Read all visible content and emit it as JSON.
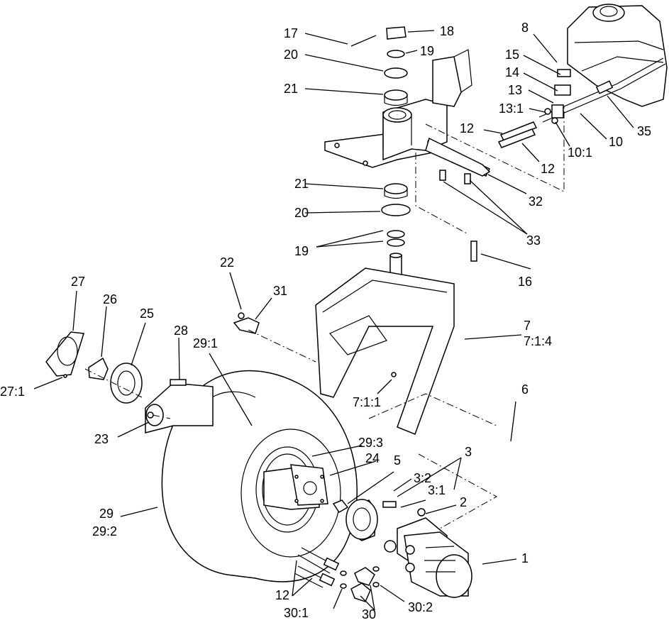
{
  "callouts": {
    "c1": "1",
    "c2": "2",
    "c3": "3",
    "c3_1": "3:1",
    "c3_2": "3:2",
    "c5": "5",
    "c6": "6",
    "c7": "7",
    "c7_1_4": "7:1:4",
    "c7_1_1": "7:1:1",
    "c8": "8",
    "c10": "10",
    "c10_1": "10:1",
    "c12a": "12",
    "c12b": "12",
    "c12c": "12",
    "c13": "13",
    "c13_1": "13:1",
    "c14": "14",
    "c15": "15",
    "c16": "16",
    "c17": "17",
    "c18": "18",
    "c19a": "19",
    "c19b": "19",
    "c20a": "20",
    "c20b": "20",
    "c21a": "21",
    "c21b": "21",
    "c22": "22",
    "c23": "23",
    "c24": "24",
    "c25": "25",
    "c26": "26",
    "c27": "27",
    "c27_1": "27:1",
    "c28": "28",
    "c29": "29",
    "c29_2": "29:2",
    "c29_1": "29:1",
    "c29_3": "29:3",
    "c30a": "30",
    "c30_1": "30:1",
    "c30_2": "30:2",
    "c31": "31",
    "c32": "32",
    "c33": "33",
    "c35": "35"
  }
}
